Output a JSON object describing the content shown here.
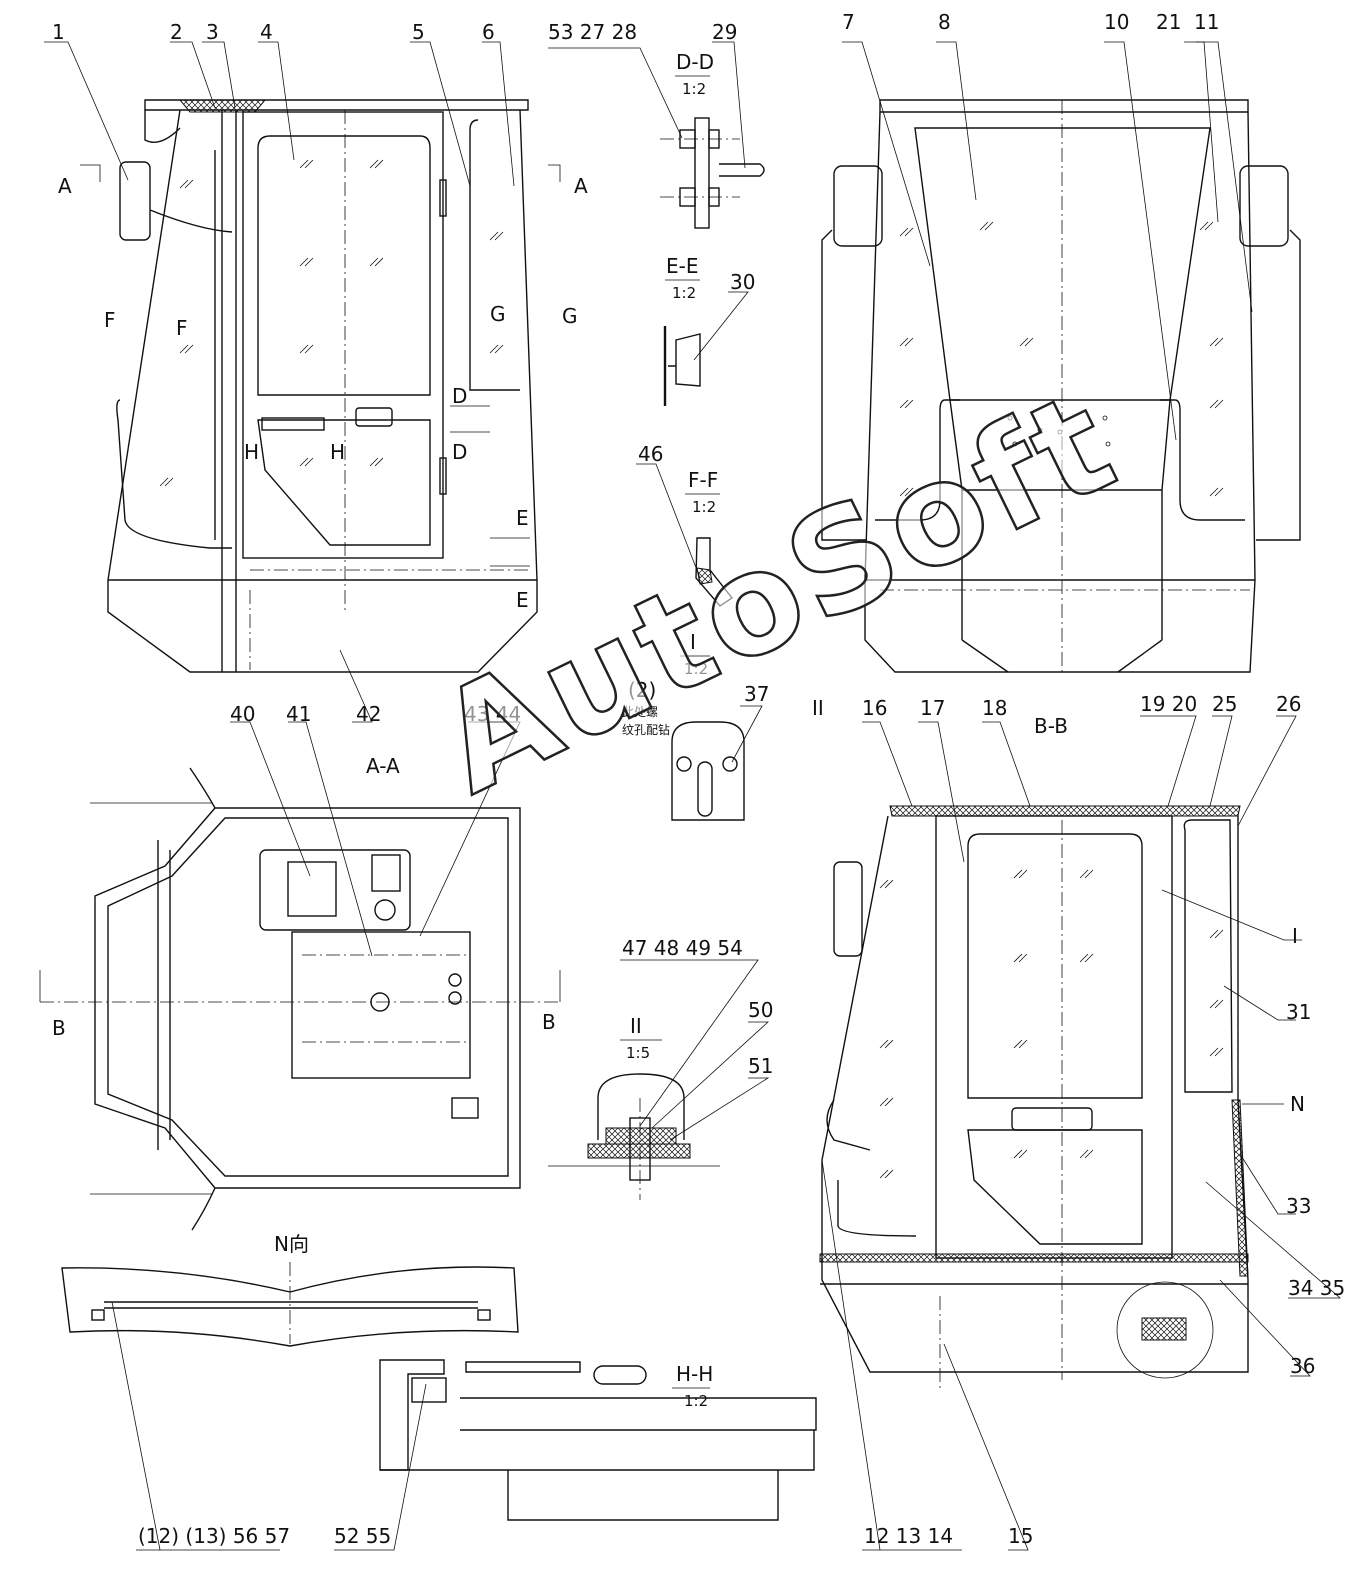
{
  "watermark": "AutoSoft",
  "callouts": [
    {
      "text": "1"
    },
    {
      "text": "2"
    },
    {
      "text": "3"
    },
    {
      "text": "4"
    },
    {
      "text": "5"
    },
    {
      "text": "6"
    },
    {
      "text": "53 27 28"
    },
    {
      "text": "29"
    },
    {
      "text": "7"
    },
    {
      "text": "8"
    },
    {
      "text": "10"
    },
    {
      "text": "21"
    },
    {
      "text": "11"
    },
    {
      "text": "30"
    },
    {
      "text": "46"
    },
    {
      "text": "37"
    },
    {
      "text": "42"
    },
    {
      "text": "40"
    },
    {
      "text": "41"
    },
    {
      "text": "43 44"
    },
    {
      "text": "16"
    },
    {
      "text": "17"
    },
    {
      "text": "18"
    },
    {
      "text": "19 20"
    },
    {
      "text": "25"
    },
    {
      "text": "26"
    },
    {
      "text": "I"
    },
    {
      "text": "31"
    },
    {
      "text": "N"
    },
    {
      "text": "33"
    },
    {
      "text": "34 35"
    },
    {
      "text": "36"
    },
    {
      "text": "47 48 49 54"
    },
    {
      "text": "50"
    },
    {
      "text": "51"
    },
    {
      "text": "(12) (13) 56 57"
    },
    {
      "text": "52 55"
    },
    {
      "text": "12 13 14"
    },
    {
      "text": "15"
    }
  ],
  "sections": {
    "dd": {
      "title": "D-D",
      "scale": "1:2"
    },
    "ee": {
      "title": "E-E",
      "scale": "1:2"
    },
    "ff": {
      "title": "F-F",
      "scale": "1:2"
    },
    "i": {
      "title": "I",
      "scale": "1:2"
    },
    "ii": {
      "title": "II",
      "scale": "1:5"
    },
    "hh": {
      "title": "H-H",
      "scale": "1:2"
    },
    "aa": {
      "title": "A-A"
    },
    "bb": {
      "title": "B-B"
    },
    "n_view": {
      "title": "N向"
    }
  },
  "cut_markers": {
    "a": "A",
    "b": "B",
    "d": "D",
    "e": "E",
    "f": "F",
    "g": "G",
    "h": "H",
    "ii": "II"
  },
  "note": {
    "ref": "(2)",
    "line1": "此处螺",
    "line2": "纹孔配钻"
  }
}
